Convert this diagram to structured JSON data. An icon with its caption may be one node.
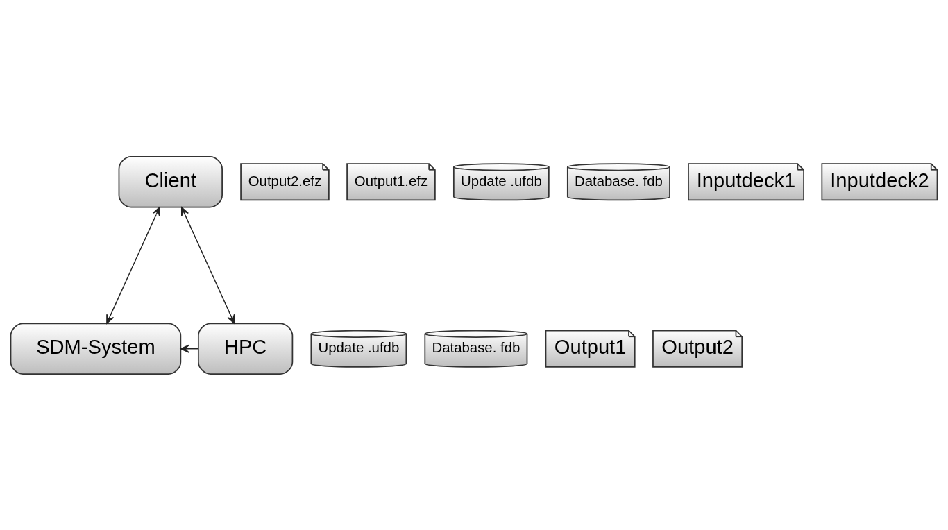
{
  "diagram": {
    "nodes": [
      {
        "text": [
          "Client"
        ]
      },
      {
        "text": [
          "Output2.efz"
        ]
      },
      {
        "text": [
          "Output1.efz"
        ]
      },
      {
        "text": [
          "Update .ufdb"
        ]
      },
      {
        "text": [
          "Database. fdb"
        ]
      },
      {
        "text": [
          "Inputdeck1"
        ]
      },
      {
        "text": [
          "Inputdeck2"
        ]
      },
      {
        "text": [
          "SDM-System"
        ]
      },
      {
        "text": [
          "HPC"
        ]
      },
      {
        "text": [
          "Update .ufdb"
        ]
      },
      {
        "text": [
          "Database. fdb"
        ]
      },
      {
        "text": [
          "Output1"
        ]
      },
      {
        "text": [
          "Output2"
        ]
      }
    ],
    "edges": [
      {
        "from": 0,
        "to": 7,
        "arrow": "both"
      },
      {
        "from": 0,
        "to": 8,
        "arrow": "both"
      },
      {
        "from": 8,
        "to": 7,
        "arrow": "to"
      }
    ]
  }
}
